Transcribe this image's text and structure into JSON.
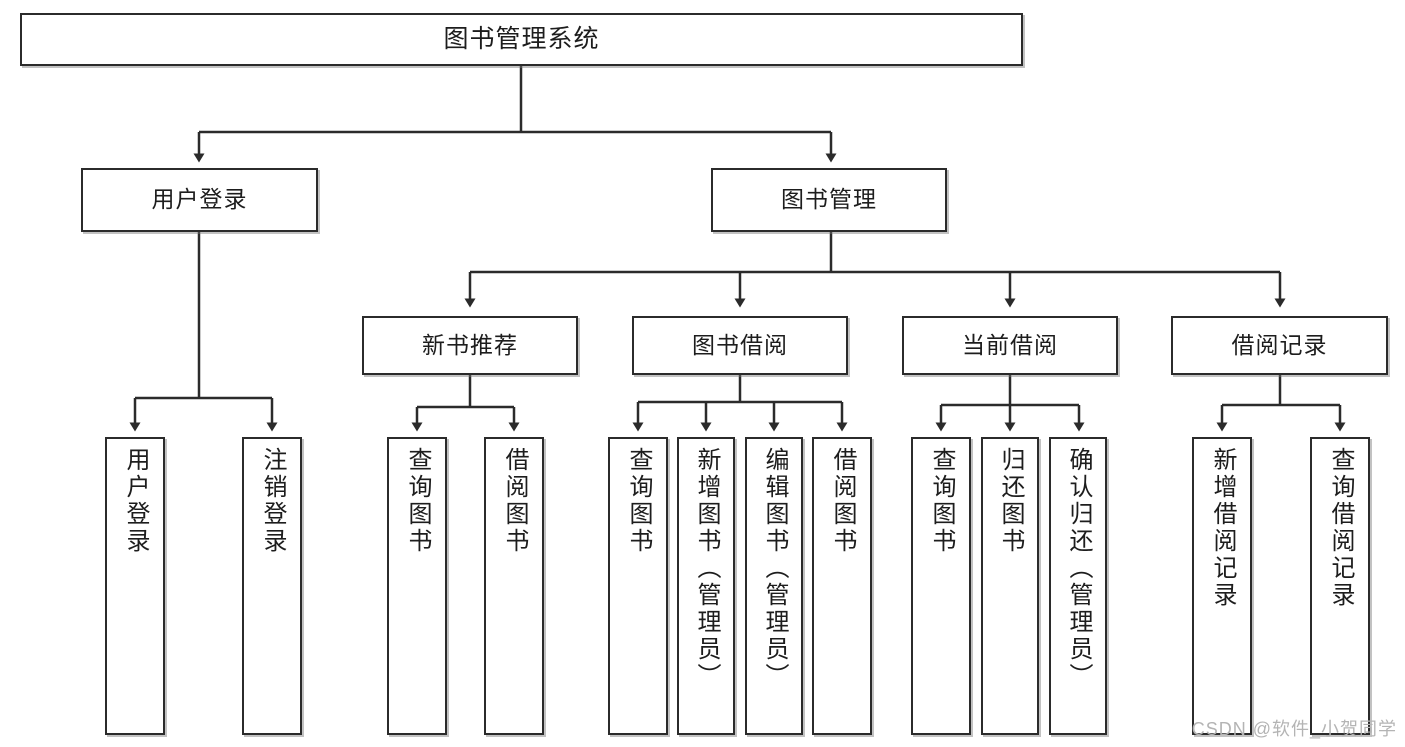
{
  "diagram": {
    "type": "tree",
    "title": "图书管理系统",
    "root": {
      "label": "图书管理系统"
    },
    "level2": [
      {
        "label": "用户登录"
      },
      {
        "label": "图书管理"
      }
    ],
    "level3": [
      {
        "label": "新书推荐"
      },
      {
        "label": "图书借阅"
      },
      {
        "label": "当前借阅"
      },
      {
        "label": "借阅记录"
      }
    ],
    "leaves": {
      "user_login": [
        {
          "label": "用户登录"
        },
        {
          "label": "注销登录"
        }
      ],
      "new_book_recommend": [
        {
          "label": "查询图书"
        },
        {
          "label": "借阅图书"
        }
      ],
      "book_borrow": [
        {
          "label": "查询图书"
        },
        {
          "label": "新增图书（管理员）"
        },
        {
          "label": "编辑图书（管理员）"
        },
        {
          "label": "借阅图书"
        }
      ],
      "current_borrow": [
        {
          "label": "查询图书"
        },
        {
          "label": "归还图书"
        },
        {
          "label": "确认归还（管理员）"
        }
      ],
      "borrow_record": [
        {
          "label": "新增借阅记录"
        },
        {
          "label": "查询借阅记录"
        }
      ]
    }
  },
  "watermark": {
    "text": "CSDN @软件_小贺同学"
  },
  "colors": {
    "border": "#2b2b2b",
    "text": "#1d1d1d",
    "background": "#ffffff",
    "watermark": "#b4b4b4"
  }
}
